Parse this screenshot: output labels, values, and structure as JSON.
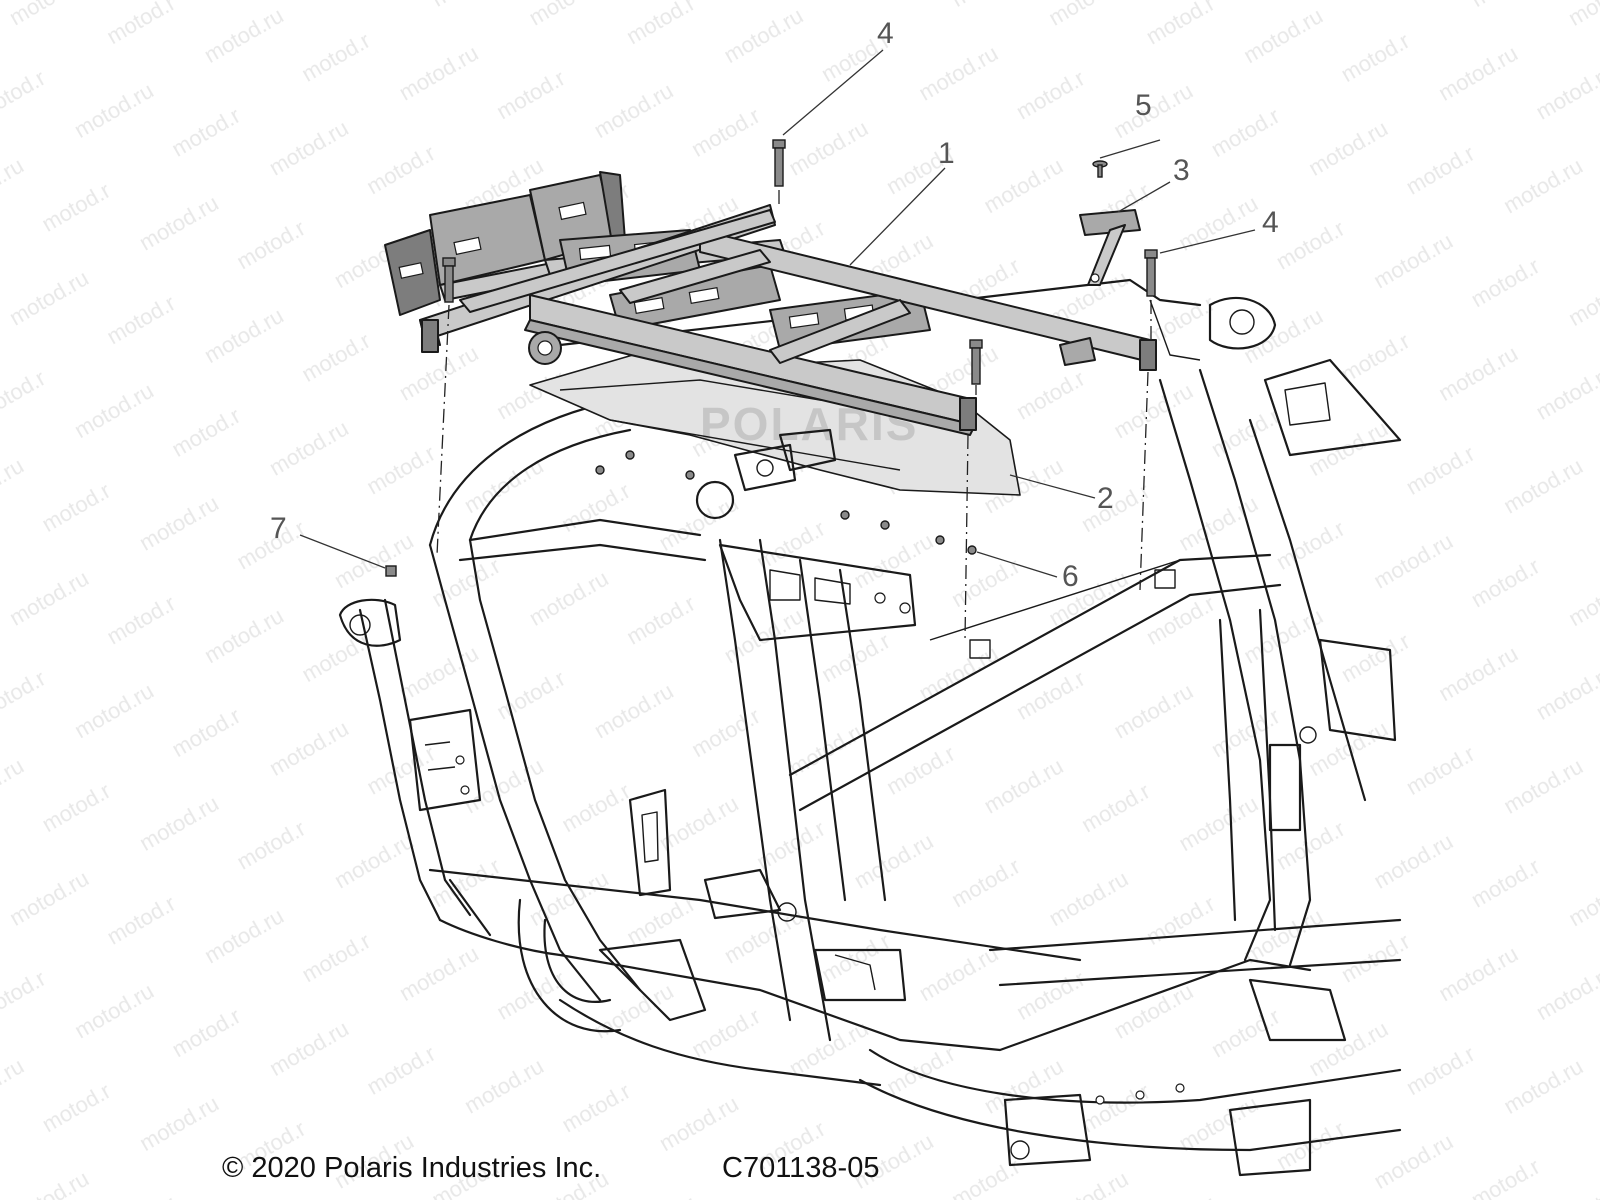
{
  "diagram": {
    "callouts": [
      {
        "id": "1",
        "label": "1"
      },
      {
        "id": "2",
        "label": "2"
      },
      {
        "id": "3",
        "label": "3"
      },
      {
        "id": "4a",
        "label": "4"
      },
      {
        "id": "4b",
        "label": "4"
      },
      {
        "id": "5",
        "label": "5"
      },
      {
        "id": "6",
        "label": "6"
      },
      {
        "id": "7",
        "label": "7"
      }
    ],
    "watermark_text": "motod.ru",
    "logo_watermark": "POLARIS",
    "footer": {
      "copyright": "© 2020 Polaris Industries Inc.",
      "diagram_code": "C701138-05"
    }
  }
}
